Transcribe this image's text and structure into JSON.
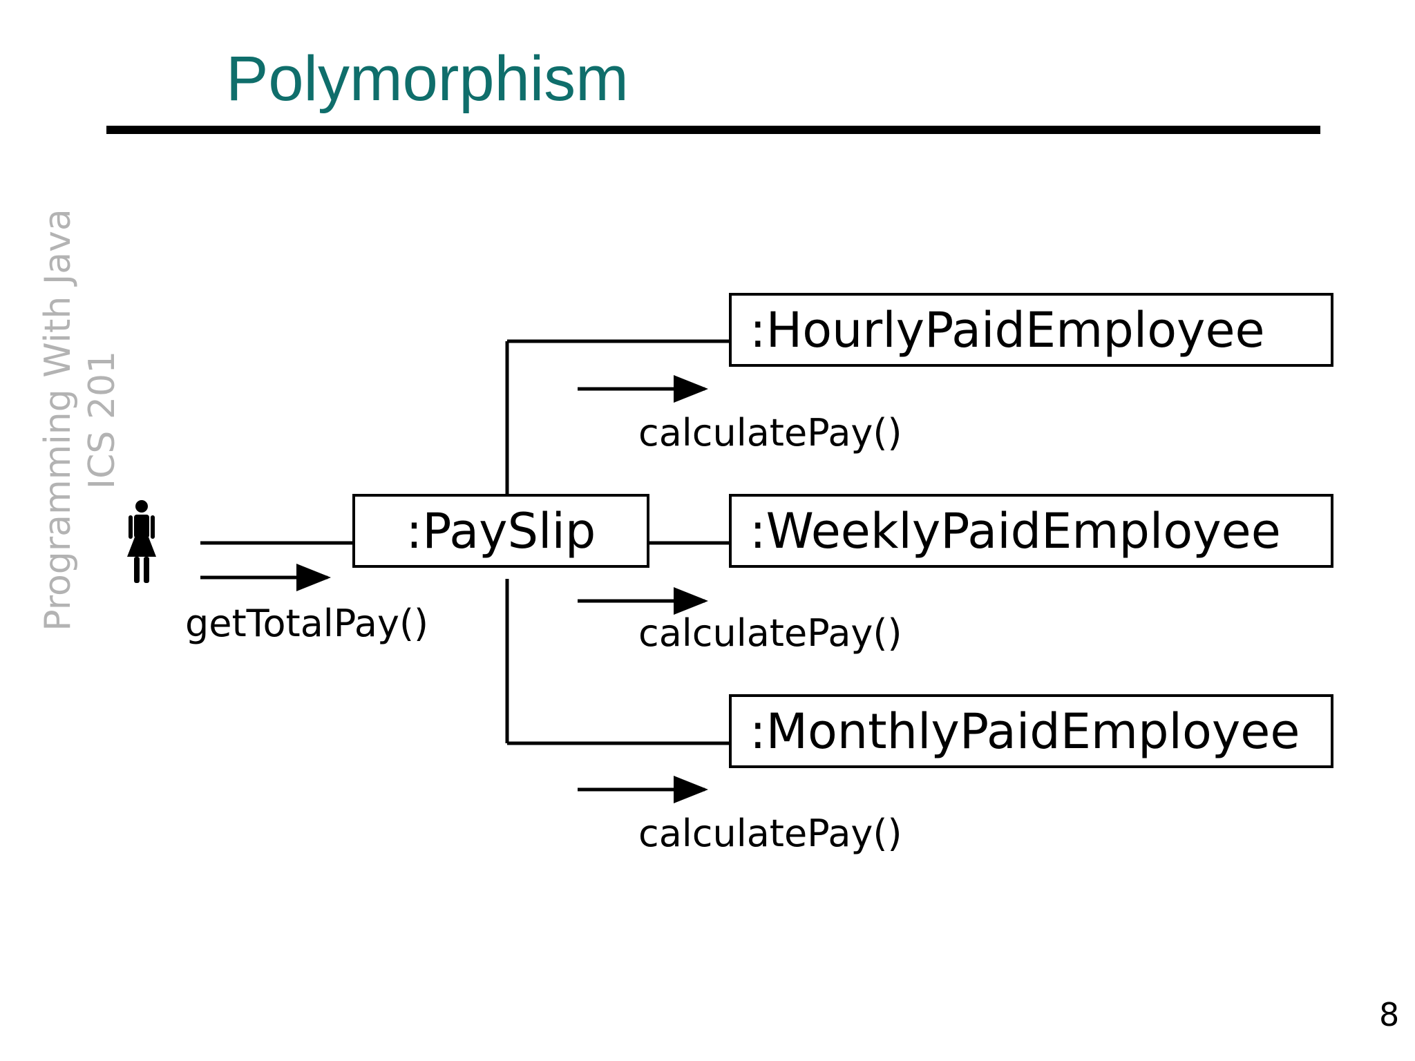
{
  "slide": {
    "title": "Polymorphism",
    "side_label": {
      "line1": "Programming With Java",
      "line2": "ICS  201"
    },
    "page_number": "8"
  },
  "diagram": {
    "actor_icon": "person-icon",
    "objects": {
      "payslip": ":PaySlip",
      "hourly": ":HourlyPaidEmployee",
      "weekly": ":WeeklyPaidEmployee",
      "monthly": ":MonthlyPaidEmployee"
    },
    "messages": {
      "get_total_pay": "getTotalPay()",
      "calc_hourly": "calculatePay()",
      "calc_weekly": "calculatePay()",
      "calc_monthly": "calculatePay()"
    }
  },
  "colors": {
    "title": "#0f6e6b",
    "side_label": "#b3b3b3",
    "ink": "#000000"
  }
}
